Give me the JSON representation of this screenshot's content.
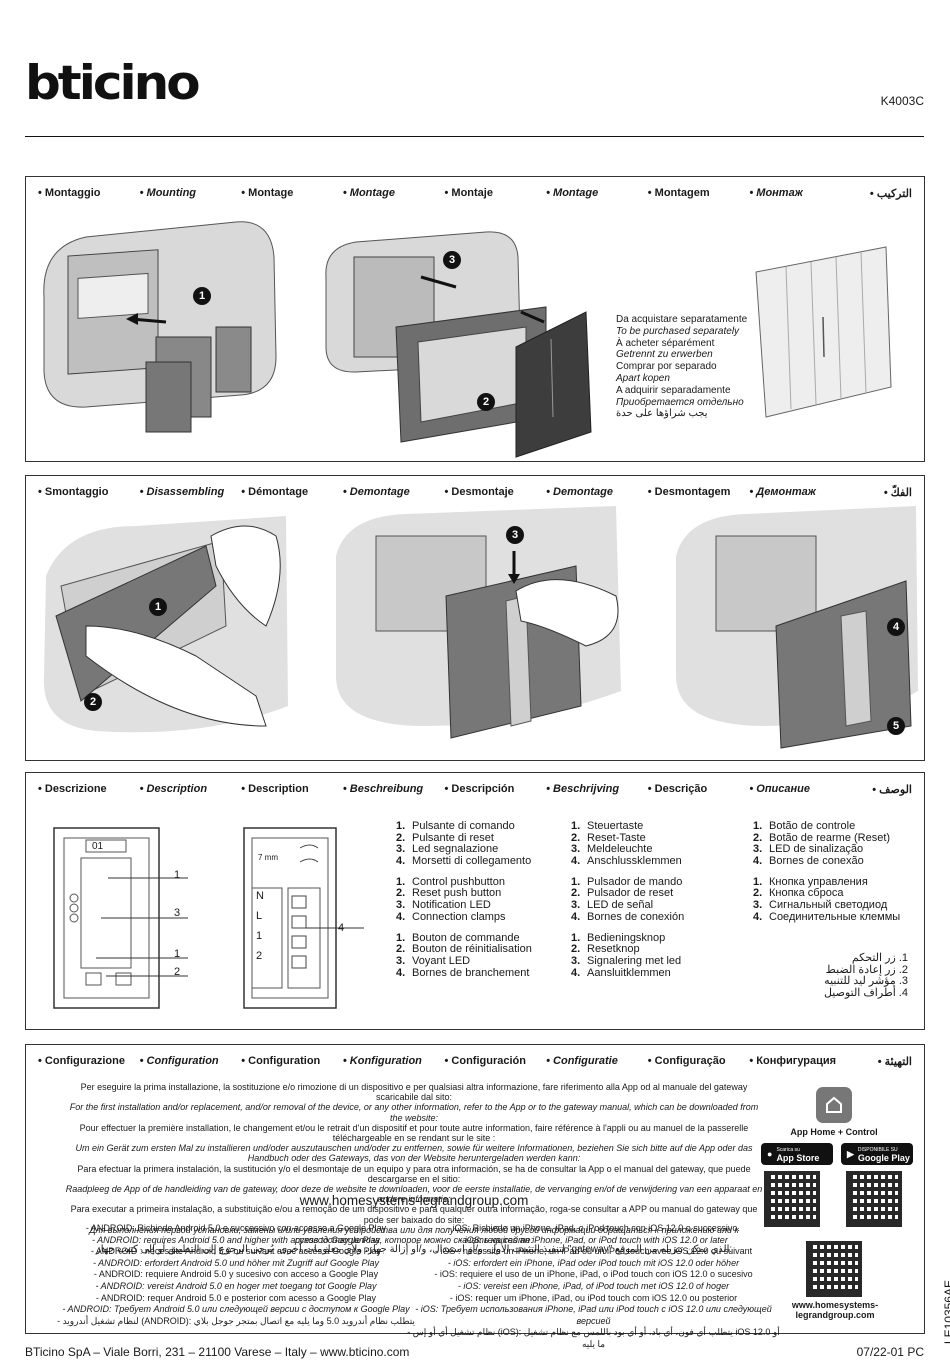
{
  "header": {
    "logo": "bticino",
    "code": "K4003C"
  },
  "mounting": {
    "languages": [
      "• Montaggio",
      "• Mounting",
      "• Montage",
      "• Montage",
      "• Montaje",
      "• Montage",
      "• Montagem",
      "• Монтаж",
      "• التركيب"
    ],
    "steps": [
      "1",
      "2",
      "3"
    ],
    "note": [
      "Da acquistare separatamente",
      "To be purchased separately",
      "À acheter séparément",
      "Getrennt zu erwerben",
      "Comprar por separado",
      "Apart kopen",
      "A adquirir separadamente",
      "Приобретается отдельно",
      "يجب شراؤها على حدة"
    ]
  },
  "disassembly": {
    "languages": [
      "• Smontaggio",
      "• Disassembling",
      "• Démontage",
      "• Demontage",
      "• Desmontaje",
      "• Demontage",
      "• Desmontagem",
      "• Демонтаж",
      "• الفكّ"
    ],
    "steps": [
      "1",
      "2",
      "3",
      "4",
      "5"
    ]
  },
  "description": {
    "languages": [
      "• Descrizione",
      "• Description",
      "• Description",
      "• Beschreibung",
      "• Descripción",
      "• Beschrijving",
      "• Descrição",
      "• Описание",
      "• الوصف"
    ],
    "diagram_labels": [
      "1",
      "3",
      "1",
      "2",
      "4",
      "7 mm",
      "N",
      "L",
      "1",
      "2",
      "01"
    ],
    "col1": [
      [
        "Pulsante di comando",
        "Pulsante di reset",
        "Led segnalazione",
        "Morsetti di collegamento"
      ],
      [
        "Control pushbutton",
        "Reset push button",
        "Notification LED",
        "Connection clamps"
      ],
      [
        "Bouton de commande",
        "Bouton de réinitialisation",
        "Voyant LED",
        "Bornes de branchement"
      ]
    ],
    "col2": [
      [
        "Steuertaste",
        "Reset-Taste",
        "Meldeleuchte",
        "Anschlussklemmen"
      ],
      [
        "Pulsador de mando",
        "Pulsador de reset",
        "LED de señal",
        "Bornes de conexión"
      ],
      [
        "Bedieningsknop",
        "Resetknop",
        "Signalering met led",
        "Aansluitklemmen"
      ]
    ],
    "col3": [
      [
        "Botão de controle",
        "Botão de rearme (Reset)",
        "LED de sinalização",
        "Bornes de conexão"
      ],
      [
        "Кнопка управления",
        "Кнопка сброса",
        "Сигнальный светодиод",
        "Соединительные клеммы"
      ]
    ],
    "arabic": [
      "1. زر التحكم",
      "2. زر إعادة الضبط",
      "3. مؤشر ليد للتنبيه",
      "4. أطراف التوصيل"
    ],
    "numbers": [
      "1.",
      "2.",
      "3.",
      "4."
    ]
  },
  "configuration": {
    "languages": [
      "• Configurazione",
      "• Configuration",
      "• Configuration",
      "• Konfiguration",
      "• Configuración",
      "• Configuratie",
      "• Configuração",
      "• Конфигурация",
      "• التهيئة"
    ],
    "text": [
      "Per eseguire la prima installazione, la sostituzione e/o rimozione di un dispositivo e per qualsiasi altra informazione, fare riferimento alla App od al manuale del gateway scaricabile dal sito:",
      "For the first installation and/or replacement, and/or removal of the device, or any other information, refer to the App or to the gateway manual, which can be downloaded from the website:",
      "Pour effectuer la première installation, le changement et/ou le retrait d'un dispositif et pour toute autre information, faire référence à l'appli ou au manuel de la passerelle téléchargeable en se rendant sur le site :",
      "Um ein Gerät zum ersten Mal zu installieren und/oder auszutauschen und/oder zu entfernen, sowie für weitere Informationen, beziehen Sie sich bitte auf die App oder das Handbuch oder des Gateways, das von der Website heruntergeladen werden kann:",
      "Para efectuar la primera instalación, la sustitución y/o el desmontaje de un equipo y para otra información, se ha de consultar la App o el manual del gateway, que puede descargarse en el sitio:",
      "Raadpleeg de App of de handleiding van de gateway, door deze de website te downloaden, voor de eerste installatie, de vervanging en/of de verwijdering van een apparaat en andere informatie:",
      "Para executar a primeira instalação, a substituição e/ou a remoção de um dispositivo e para qualquer outra informação, roga-se consultar a APP ou manual do gateway que pode ser baixado do site:",
      "Для выполнения первой установки, замены и/или удаления устройства или для получения любой другой информации обращаться к приложению или к руководству шлюза, которое можно скачать на сайте:",
      "لتنفيذ التثبيت الأول، و/أو استبدال، و/أو إزالة جهاز، ولأي معلومات أخرى، يُرجى الرجوع إلى التطبيق أو إلى كتيب جهاز \"gateway\" الذي يمكن تنزيله من الموقع:"
    ],
    "url": "www.homesystems-legrandgroup.com",
    "android": [
      "- ANDROID: Richiede Android 5.0 e successivo con accesso a Google Play",
      "- ANDROID: requires Android 5.0 and higher with access to Google Play",
      "- ANDROID : nécessite Android 5.0 ou suivant avec accès à Google Play",
      "- ANDROID: erfordert Android 5.0 und höher mit Zugriff auf Google Play",
      "- ANDROID: requiere Android 5.0 y sucesivo con acceso a Google Play",
      "- ANDROID: vereist Android 5.0 en hoger met toegang tot Google Play",
      "- ANDROID: requer Android 5.0 e posterior com acesso a Google Play",
      "- ANDROID: Требует Android 5.0 или следующей версии с доступом к Google Play",
      "- لنظام تشغيل أندرويد (ANDROID): يتطلب نظام أندرويد 5.0 وما يليه مع اتصال بمتجر جوجل بلاي"
    ],
    "ios": [
      "- iOS: Richiede un iPhone, iPad, o iPod touch con iOS 12.0 o successivo.",
      "- iOS: requires an iPhone, iPad, or iPod touch with iOS 12.0 or later",
      "- iOS : nécessite un iPhone, un iPad ou un iPod touch avec iOS 12.0 ou suivant",
      "- iOS: erfordert ein iPhone, iPad oder iPod touch mit iOS 12.0 oder höher",
      "- iOS: requiere el uso de un iPhone, iPad, o iPod touch con iOS 12.0 o sucesivo",
      "- iOS: vereist een iPhone, iPad, of iPod touch met iOS 12.0 of hoger",
      "- iOS: requer um iPhone, iPad, ou iPod touch com iOS 12.0 ou posterior",
      "- iOS: Требует использования iPhone, iPad или iPod touch с iOS 12.0 или следующей версией",
      "- نظام تشغيل أي أو إس (iOS): يتطلب أي فون، أي باد، أو أي بود باللمس مع نظام تشغيل iOS 12.0 أو ما يليه"
    ],
    "app_name": "App Home + Control",
    "appstore_small": "Scarica su",
    "appstore": "App Store",
    "googleplay_small": "DISPONIBILE SU",
    "googleplay": "Google Play",
    "qr_url": "www.homesystems-legrandgroup.com"
  },
  "footer": {
    "address": "BTicino SpA – Viale Borri, 231 – 21100 Varese – Italy – www.bticino.com",
    "date": "07/22-01 PC",
    "doc_code": "LE10356AE"
  }
}
